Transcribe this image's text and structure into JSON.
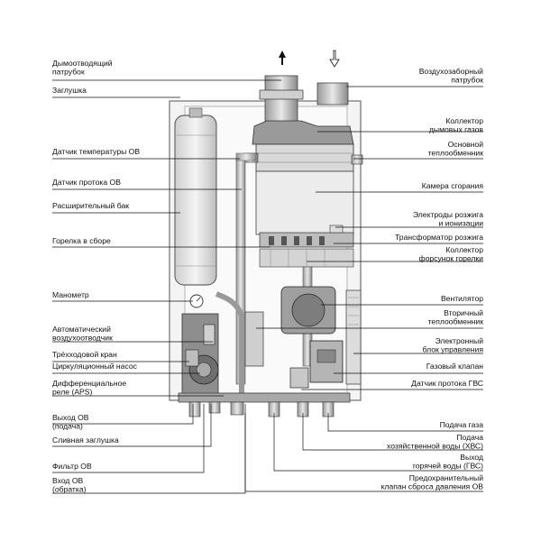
{
  "labels_left": [
    {
      "id": "flue-pipe",
      "lines": [
        "Дымоотводящий",
        "патрубок"
      ]
    },
    {
      "id": "plug",
      "lines": [
        "Заглушка"
      ]
    },
    {
      "id": "ch-temp-sensor",
      "lines": [
        "Датчик температуры ОВ"
      ]
    },
    {
      "id": "ch-flow-sensor",
      "lines": [
        "Датчик протока ОВ"
      ]
    },
    {
      "id": "expansion-tank",
      "lines": [
        "Расширительный бак"
      ]
    },
    {
      "id": "burner-assembly",
      "lines": [
        "Горелка в сборе"
      ]
    },
    {
      "id": "manometer",
      "lines": [
        "Манометр"
      ]
    },
    {
      "id": "auto-air-vent",
      "lines": [
        "Автоматический",
        "воздухоотводчик"
      ]
    },
    {
      "id": "three-way-valve",
      "lines": [
        "Трёхходовой кран"
      ]
    },
    {
      "id": "circulation-pump",
      "lines": [
        "Циркуляционный насос"
      ]
    },
    {
      "id": "aps-relay",
      "lines": [
        "Дифференциальное",
        "реле (APS)"
      ]
    },
    {
      "id": "ch-outlet",
      "lines": [
        "Выход ОВ",
        "(подача)"
      ]
    },
    {
      "id": "drain-plug",
      "lines": [
        "Сливная заглушка"
      ]
    },
    {
      "id": "ch-filter",
      "lines": [
        "Фильтр ОВ"
      ]
    },
    {
      "id": "ch-inlet",
      "lines": [
        "Вход ОВ",
        "(обратка)"
      ]
    }
  ],
  "labels_right": [
    {
      "id": "air-intake-pipe",
      "lines": [
        "Воздухозаборный",
        "патрубок"
      ]
    },
    {
      "id": "flue-gas-collector",
      "lines": [
        "Коллектор",
        "дымовых газов"
      ]
    },
    {
      "id": "main-heat-exchanger",
      "lines": [
        "Основной",
        "теплообменник"
      ]
    },
    {
      "id": "combustion-chamber",
      "lines": [
        "Камера сгорания"
      ]
    },
    {
      "id": "ignition-electrodes",
      "lines": [
        "Электроды розжига",
        "и ионизации"
      ]
    },
    {
      "id": "ignition-transformer",
      "lines": [
        "Трансформатор розжига"
      ]
    },
    {
      "id": "burner-nozzle-collector",
      "lines": [
        "Коллектор",
        "форсунок горелки"
      ]
    },
    {
      "id": "fan",
      "lines": [
        "Вентилятор"
      ]
    },
    {
      "id": "secondary-heat-exchanger",
      "lines": [
        "Вторичный",
        "теплообменник"
      ]
    },
    {
      "id": "control-unit",
      "lines": [
        "Электронный",
        "блок управления"
      ]
    },
    {
      "id": "gas-valve",
      "lines": [
        "Газовый клапан"
      ]
    },
    {
      "id": "dhw-flow-sensor",
      "lines": [
        "Датчик протока ГВС"
      ]
    },
    {
      "id": "gas-supply",
      "lines": [
        "Подача газа"
      ]
    },
    {
      "id": "cold-water-supply",
      "lines": [
        "Подача",
        "хозяйственной воды (ХВС)"
      ]
    },
    {
      "id": "dhw-outlet",
      "lines": [
        "Выход",
        "горячей воды (ГВС)"
      ]
    },
    {
      "id": "safety-valve",
      "lines": [
        "Предохранительный",
        "клапан сброса давления ОВ"
      ]
    }
  ],
  "colors": {
    "line": "#111111",
    "body": "#f2f2f2",
    "tank": "#e6e6e6",
    "pipe": "#bdbdbd"
  }
}
